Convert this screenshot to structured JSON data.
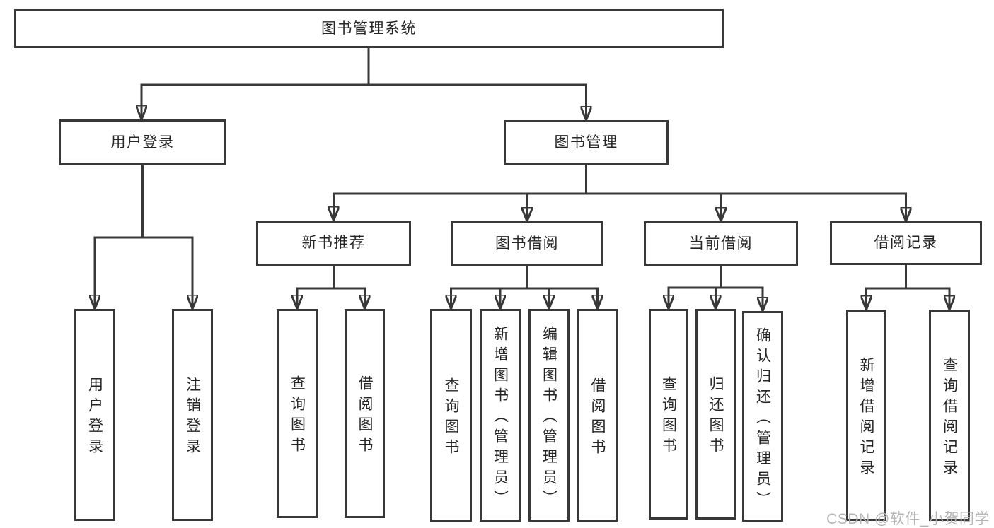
{
  "diagram_title": "图书管理系统",
  "watermark": "CSDN @软件_小贺同学",
  "colors": {
    "line": "#383838",
    "box_border": "#383838",
    "text": "#262626",
    "watermark_text": "#b5b5b5",
    "background": "#ffffff"
  },
  "nodes": [
    {
      "id": "system",
      "label": "图书管理系统",
      "parent": null,
      "level": 0
    },
    {
      "id": "user-login",
      "label": "用户登录",
      "parent": "system",
      "level": 1
    },
    {
      "id": "book-management",
      "label": "图书管理",
      "parent": "system",
      "level": 1
    },
    {
      "id": "new-book-recommendation",
      "label": "新书推荐",
      "parent": "book-management",
      "level": 2
    },
    {
      "id": "book-borrowing",
      "label": "图书借阅",
      "parent": "book-management",
      "level": 2
    },
    {
      "id": "current-borrowing",
      "label": "当前借阅",
      "parent": "book-management",
      "level": 2
    },
    {
      "id": "borrowing-records",
      "label": "借阅记录",
      "parent": "book-management",
      "level": 2
    },
    {
      "id": "user-login-action",
      "label": "用户登录",
      "parent": "user-login",
      "level": 3
    },
    {
      "id": "logout-login",
      "label": "注销登录",
      "parent": "user-login",
      "level": 3
    },
    {
      "id": "query-books-nb",
      "label": "查询图书",
      "parent": "new-book-recommendation",
      "level": 3
    },
    {
      "id": "borrow-books-nb",
      "label": "借阅图书",
      "parent": "new-book-recommendation",
      "level": 3
    },
    {
      "id": "query-books-bb",
      "label": "查询图书",
      "parent": "book-borrowing",
      "level": 3
    },
    {
      "id": "add-books-admin",
      "label": "新增图书（管理员）",
      "parent": "book-borrowing",
      "level": 3
    },
    {
      "id": "edit-books-admin",
      "label": "编辑图书（管理员）",
      "parent": "book-borrowing",
      "level": 3
    },
    {
      "id": "borrow-books-bb",
      "label": "借阅图书",
      "parent": "book-borrowing",
      "level": 3
    },
    {
      "id": "query-books-cb",
      "label": "查询图书",
      "parent": "current-borrowing",
      "level": 3
    },
    {
      "id": "return-books",
      "label": "归还图书",
      "parent": "current-borrowing",
      "level": 3
    },
    {
      "id": "confirm-return-admin",
      "label": "确认归还（管理员）",
      "parent": "current-borrowing",
      "level": 3
    },
    {
      "id": "add-borrow-records",
      "label": "新增借阅记录",
      "parent": "borrowing-records",
      "level": 3
    },
    {
      "id": "query-borrow-records",
      "label": "查询借阅记录",
      "parent": "borrowing-records",
      "level": 3
    }
  ]
}
